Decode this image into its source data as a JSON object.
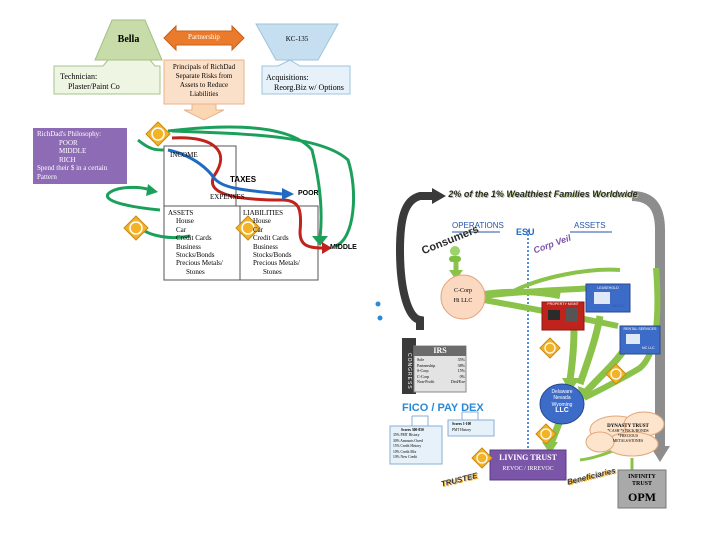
{
  "top_left": {
    "bella_label": "Bella",
    "partnership_label": "Partnership",
    "kc_label": "KC-135",
    "technician_lines": [
      "Technician:",
      "Plaster/Paint Co"
    ],
    "principals_lines": [
      "Principals of RichDad",
      "Separate Risks from",
      "Assets to Reduce",
      "Liabilities"
    ],
    "acquisitions_lines": [
      "Acquisitions:",
      "Reorg.Biz w/ Options"
    ]
  },
  "philosophy": {
    "lines": [
      "RichDad's Philosophy:",
      "POOR",
      "MIDDLE",
      "RICH",
      "Spend their $ in a certain",
      "Pattern"
    ]
  },
  "statement": {
    "income": "INCOME",
    "expenses": "EXPENSES",
    "taxes": "TAXES",
    "poor": "POOR",
    "middle": "MIDDLE",
    "assets_title": "ASSETS",
    "assets_items": [
      "House",
      "Car",
      "Credit Cards",
      "Business",
      "Stocks/Bonds",
      "Precious Metals/",
      "Stones"
    ],
    "liabilities_title": "LIABILITIES",
    "liabilities_items": [
      "House",
      "Car",
      "Credit Cards",
      "Business",
      "Stocks/Bonds",
      "Precious Metals/",
      "Stones"
    ]
  },
  "right": {
    "title": "2% of the 1% Wealthiest Families Worldwide",
    "operations": "OPERATIONS",
    "esu": "ESU",
    "assets": "ASSETS",
    "corp_veil": "Corp Veil",
    "consumers": "Consumers",
    "ccorp_lines": [
      "C-Corp",
      "Hi LLC"
    ],
    "property_mgmt": "PROPERTY MGMT",
    "leasehold": "LEASEHOLD",
    "rental": "RENTAL SERVICES",
    "llc_small": "NC LLC",
    "delaware_lines": [
      "Delaware",
      "Nevada",
      "Wyoming",
      "LLC"
    ],
    "irs": "IRS",
    "congress": "CONGRESS",
    "tax_rows": [
      [
        "Sole",
        "35%"
      ],
      [
        "Partnership",
        "38%"
      ],
      [
        "S-Corp",
        "15%"
      ],
      [
        "C-Corp",
        "0%"
      ],
      [
        "Non-Profit",
        "Ded/Exe"
      ]
    ],
    "fico_title": "FICO / PAY DEX",
    "fico_left_lines": [
      "Scores 300-850",
      "35%  PMT History",
      "30%  Amounts Owed",
      "15%  Credit History",
      "10%  Credit Mix",
      "10%  New Credit"
    ],
    "fico_right_lines": [
      "Scores 1-100",
      "PMT History"
    ],
    "living_trust": "LIVING TRUST",
    "revoc": "REVOC / IRREVOC",
    "trustee": "TRUSTEE",
    "beneficiaries": "Beneficiaries",
    "dynasty_lines": [
      "DYNASTY TRUST",
      "*CASH *STOCK/BONDS",
      "*PRECIOUS",
      "METALS/STONES"
    ],
    "infinity_lines": [
      "INFINITY",
      "TRUST"
    ],
    "opm": "OPM"
  },
  "colors": {
    "bella_green": "#c7dca8",
    "partnership_orange": "#ea7b2c",
    "kc_blue": "#c6dff0",
    "philosophy_purple": "#8e6bb5",
    "arrow_green": "#1aa05a",
    "arrow_red": "#c0231b",
    "arrow_blue": "#1f6bc4",
    "dollar_gold": "#f3b328",
    "living_trust_purple": "#7b55a8"
  }
}
